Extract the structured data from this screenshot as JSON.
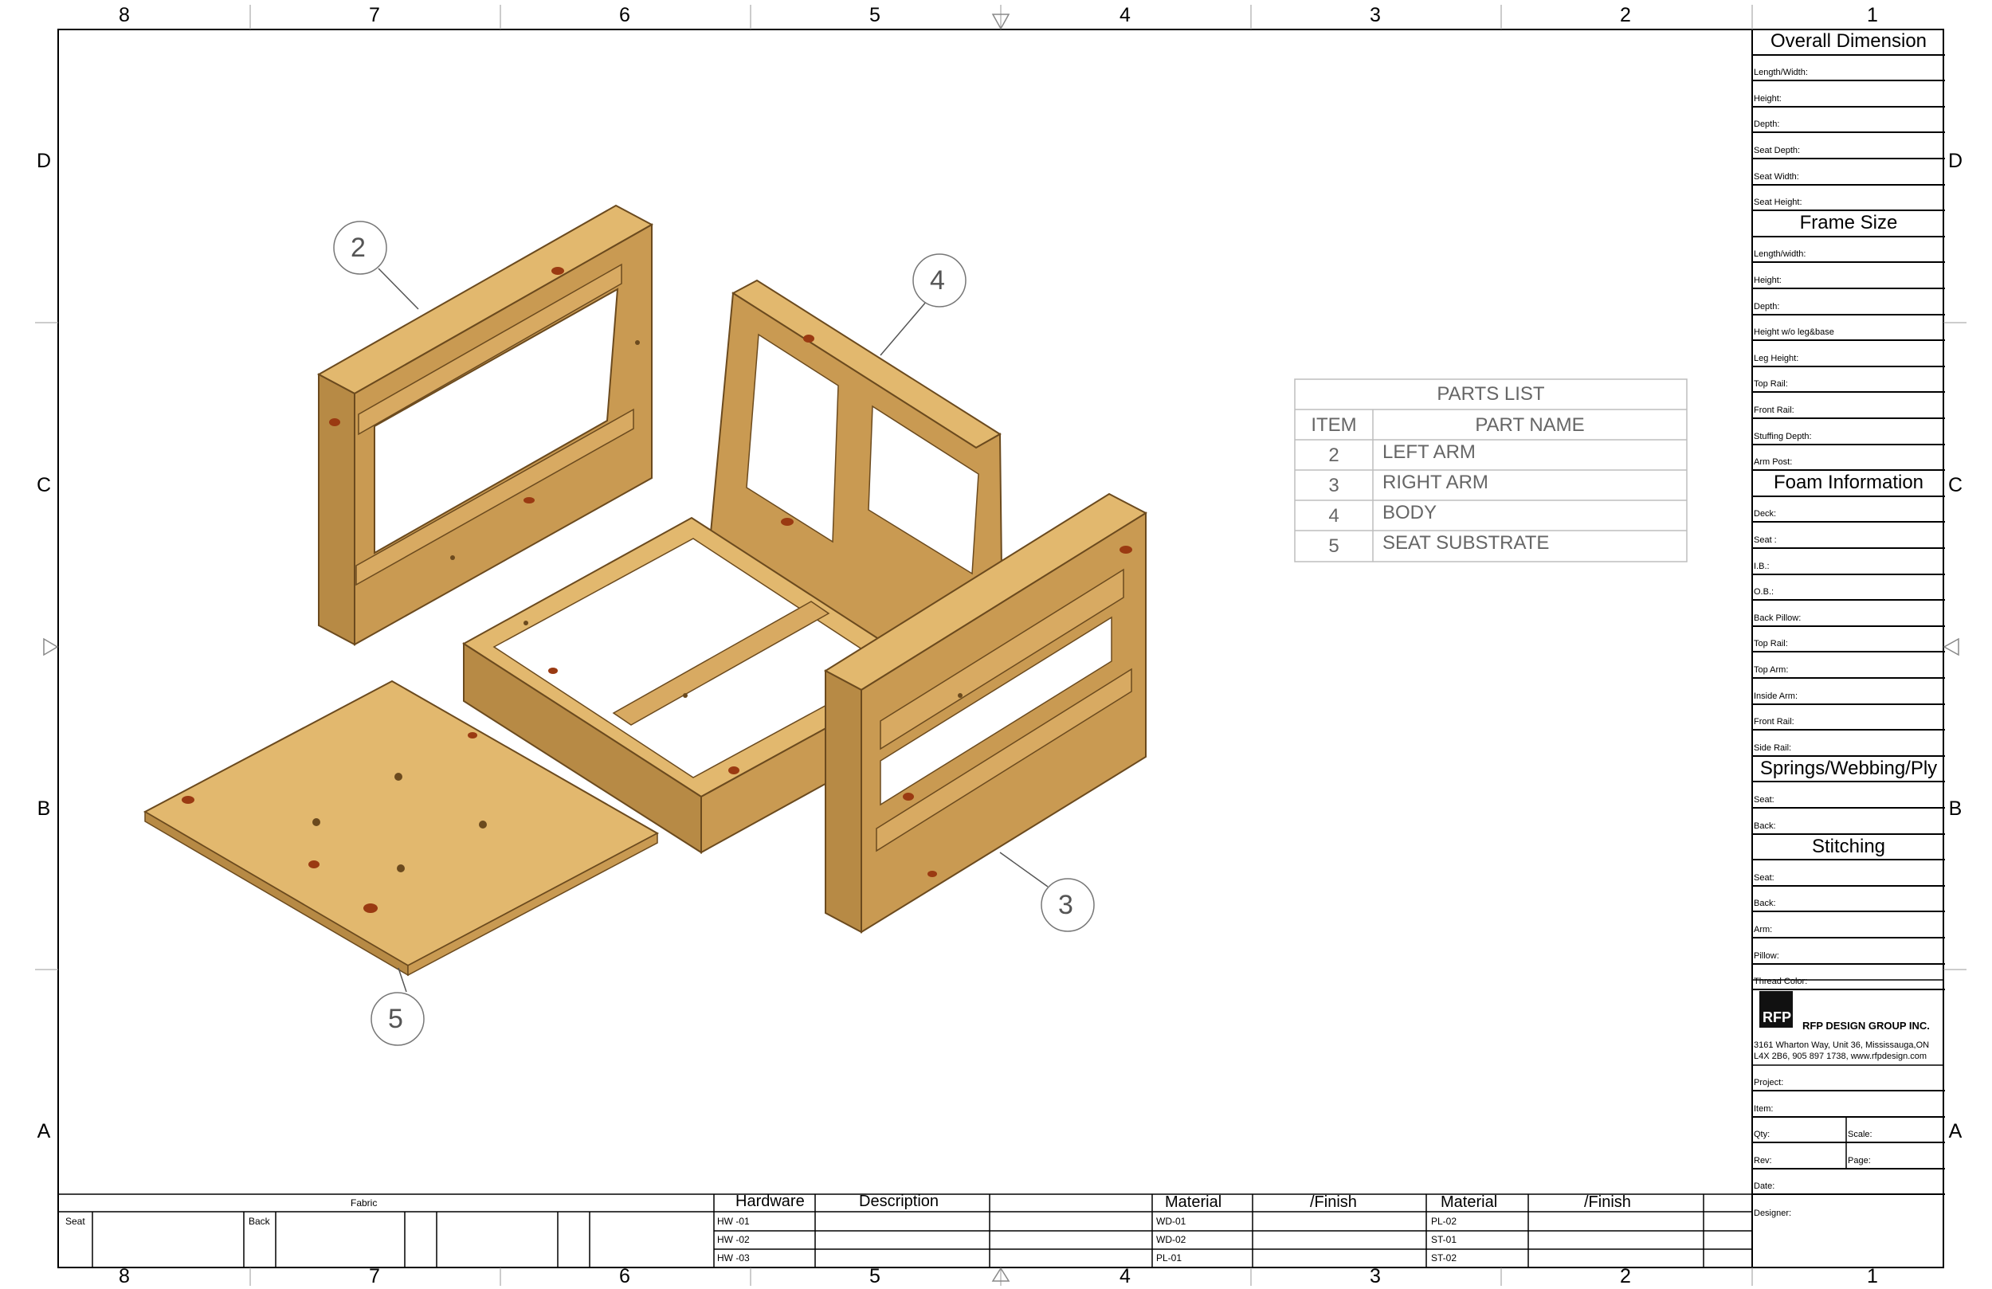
{
  "sheet": {
    "columns": [
      "8",
      "7",
      "6",
      "5",
      "4",
      "3",
      "2",
      "1"
    ],
    "rows": [
      "D",
      "C",
      "B",
      "A"
    ]
  },
  "callouts": [
    "2",
    "4",
    "3",
    "5"
  ],
  "parts_list": {
    "title": "PARTS LIST",
    "headers": [
      "ITEM",
      "PART NAME"
    ],
    "rows": [
      {
        "item": "2",
        "name": "LEFT ARM"
      },
      {
        "item": "3",
        "name": "RIGHT ARM"
      },
      {
        "item": "4",
        "name": "BODY"
      },
      {
        "item": "5",
        "name": "SEAT SUBSTRATE"
      }
    ]
  },
  "spec_sections": [
    {
      "title": "Overall Dimension",
      "fields": [
        "Length/Width:",
        "Height:",
        "Depth:",
        "Seat Depth:",
        "Seat Width:",
        "Seat Height:"
      ]
    },
    {
      "title": "Frame Size",
      "fields": [
        "Length/width:",
        "Height:",
        "Depth:",
        "Height w/o leg&base",
        "Leg Height:",
        "Top Rail:",
        "Front Rail:",
        "Stuffing Depth:",
        "Arm Post:"
      ]
    },
    {
      "title": "Foam Information",
      "fields": [
        "Deck:",
        "Seat :",
        "I.B.:",
        "O.B.:",
        "Back Pillow:",
        "Top Rail:",
        "Top Arm:",
        "Inside Arm:",
        "Front Rail:",
        "Side Rail:"
      ]
    },
    {
      "title": "Springs/Webbing/Ply",
      "fields": [
        "Seat:",
        "Back:"
      ]
    },
    {
      "title": "Stitching",
      "fields": [
        "Seat:",
        "Back:",
        "Arm:",
        "Pillow:",
        "Thread Color:"
      ]
    }
  ],
  "company": {
    "logo_text": "RFP",
    "name": "RFP DESIGN GROUP INC.",
    "address_line1": "3161 Wharton Way, Unit 36, Mississauga,ON",
    "address_line2": "L4X 2B6, 905 897 1738, www.rfpdesign.com"
  },
  "project_fields": {
    "project": "Project:",
    "item": "Item:",
    "qty": "Qty:",
    "scale": "Scale:",
    "rev": "Rev:",
    "page": "Page:",
    "date": "Date:",
    "designer": "Designer:"
  },
  "bottom_table": {
    "fabric": "Fabric",
    "seat": "Seat",
    "back": "Back",
    "hardware_header": "Hardware",
    "description_header": "Description",
    "hardware": [
      "HW -01",
      "HW -02",
      "HW -03"
    ],
    "material_header": "Material",
    "finish_header": "/Finish",
    "material1": [
      "WD-01",
      "WD-02",
      "PL-01"
    ],
    "material2": [
      "PL-02",
      "ST-01",
      "ST-02"
    ]
  },
  "colors": {
    "wood_top": "#e2b86e",
    "wood_front": "#c99a52",
    "wood_side": "#a97e3e",
    "knot": "#9a3a12",
    "line": "#000000",
    "parts_text": "#666666"
  }
}
